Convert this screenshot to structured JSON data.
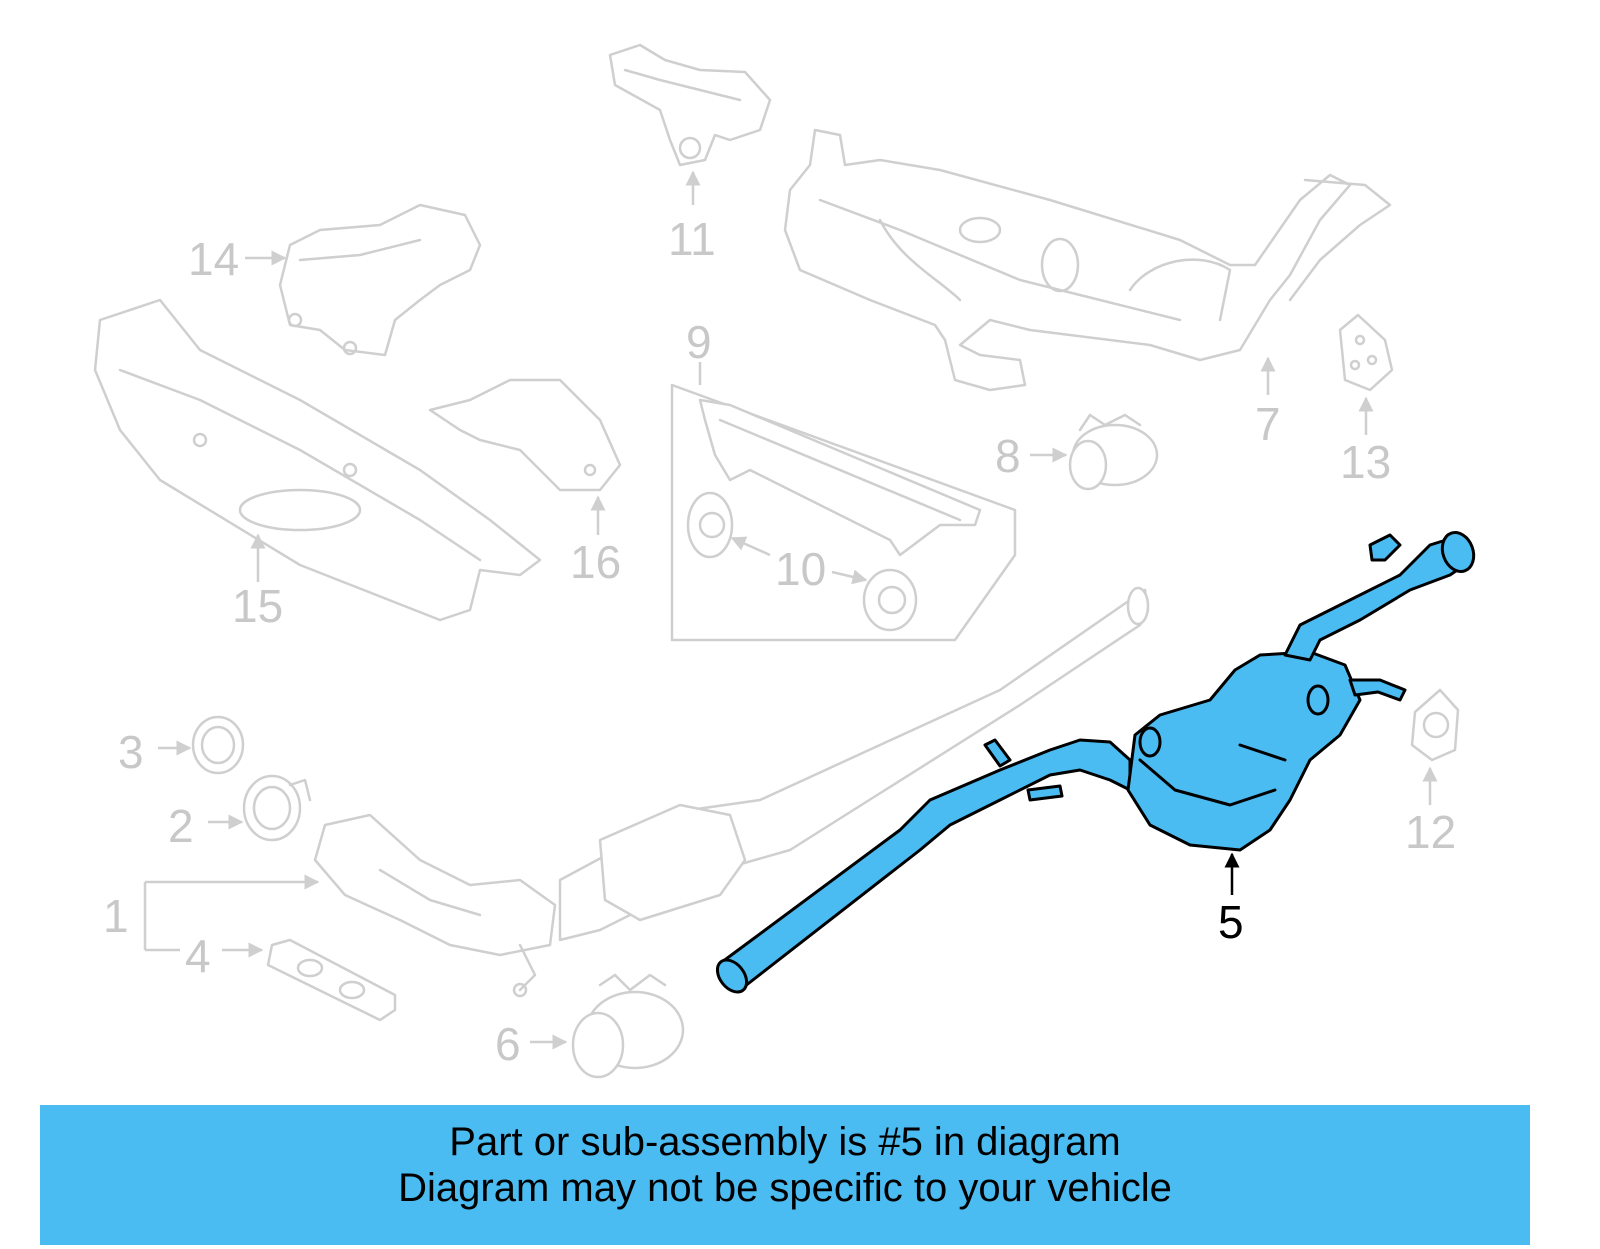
{
  "highlight_color": "#4bbcf2",
  "highlighted_part": "5",
  "callouts": [
    "1",
    "2",
    "3",
    "4",
    "5",
    "6",
    "7",
    "8",
    "9",
    "10",
    "11",
    "12",
    "13",
    "14",
    "15",
    "16"
  ],
  "banner": {
    "line1": "Part or sub-assembly is #5 in diagram",
    "line2": "Diagram may not be specific to your vehicle"
  }
}
